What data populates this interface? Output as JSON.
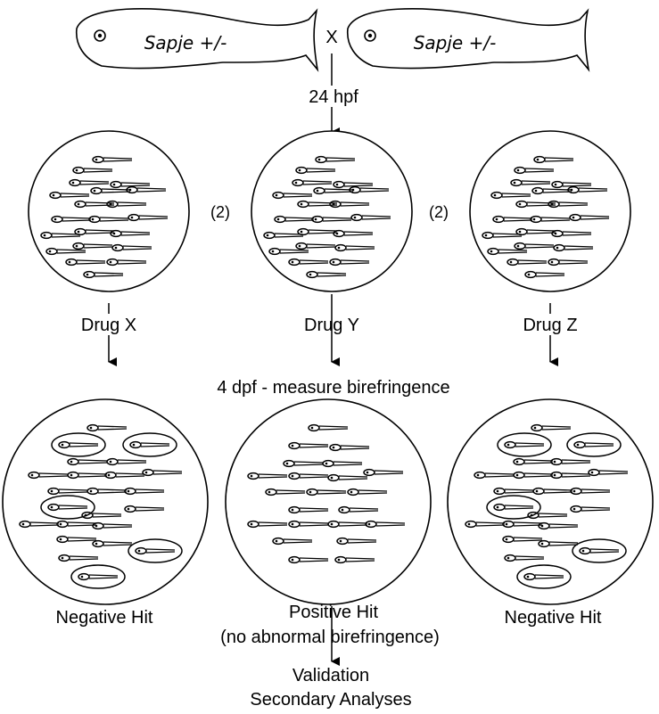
{
  "parents": {
    "left_label": "Sapje +/-",
    "cross_symbol": "X",
    "right_label": "Sapje +/-"
  },
  "time_1": "24 hpf",
  "dilution_left": "(2)",
  "dilution_right": "(2)",
  "drugs": {
    "x": "Drug X",
    "y": "Drug Y",
    "z": "Drug Z"
  },
  "time_2": "4 dpf - measure birefringence",
  "results": {
    "left": "Negative Hit",
    "middle_line1": "Positive Hit",
    "middle_line2": "(no abnormal birefringence)",
    "right": "Negative Hit"
  },
  "next_steps": {
    "line1": "Validation",
    "line2": "Secondary Analyses"
  }
}
